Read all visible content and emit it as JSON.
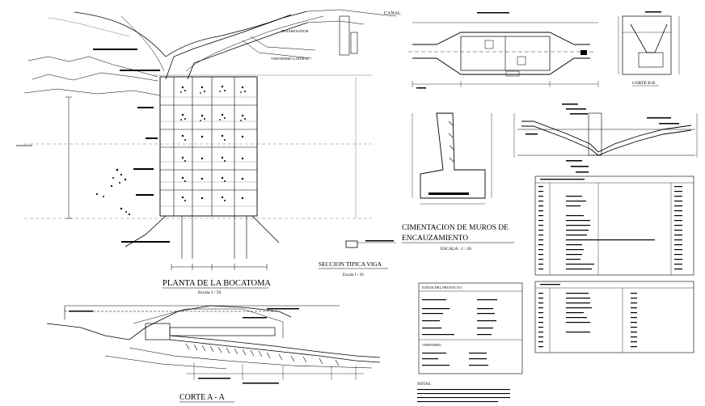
{
  "plan": {
    "title": "PLANTA DE LA BOCATOMA",
    "scale": "Escala 1 / 50"
  },
  "section_aa": {
    "title": "CORTE  A - A"
  },
  "beam": {
    "title": "SECCION TIPICA VIGA",
    "scale": "Escala 1 / 20"
  },
  "walls": {
    "title_line1": "CIMENTACION DE MUROS DE",
    "title_line2": "ENCAUZAMIENTO",
    "scale": "ESCALA : 1 / 20"
  },
  "section_bb": {
    "title": "CORTE B-B"
  },
  "labels": {
    "plan_top_right": "CANAL",
    "desarenador": "DESARENADOR",
    "vertedero": "VERTEDERO LATERAL"
  },
  "data_box": {
    "title": "DATOS DEL PROYECTO",
    "subtitle": "VERTEDERO"
  },
  "notes": {
    "title": "NOTAS :"
  },
  "colors": {
    "line": "#000000",
    "background": "#ffffff"
  }
}
